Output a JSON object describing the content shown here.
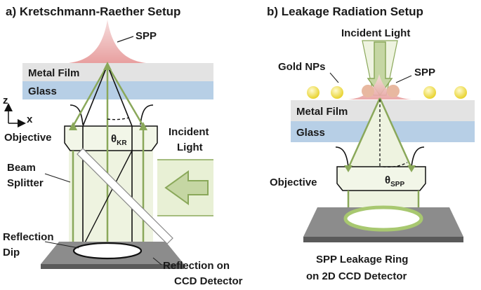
{
  "left_panel": {
    "title": "a) Kretschmann-Raether Setup",
    "spp": "SPP",
    "metal_film": "Metal Film",
    "glass": "Glass",
    "axis_z": "z",
    "axis_x": "x",
    "objective": "Objective",
    "theta": "θ",
    "theta_sub": "KR",
    "incident_line1": "Incident",
    "incident_line2": "Light",
    "beam_line1": "Beam",
    "beam_line2": "Splitter",
    "reflection_line1": "Reflection",
    "reflection_line2": "Dip",
    "detector_line1": "Reflection on",
    "detector_line2": "CCD Detector"
  },
  "right_panel": {
    "title": "b) Leakage Radiation Setup",
    "incident": "Incident Light",
    "gold": "Gold NPs",
    "spp": "SPP",
    "metal_film": "Metal Film",
    "glass": "Glass",
    "objective": "Objective",
    "theta": "θ",
    "theta_sub": "SPP",
    "ring_line1": "SPP Leakage Ring",
    "ring_line2": "on 2D CCD Detector"
  },
  "colors": {
    "beam_green": "#8aa85a",
    "beam_fill": "#e8f0d5",
    "metal": "#e3e3e3",
    "glass": "#b7cfe6",
    "spp": "#e8a5a5",
    "gold": "#f4e33a",
    "detector": "#7a7a7a"
  }
}
